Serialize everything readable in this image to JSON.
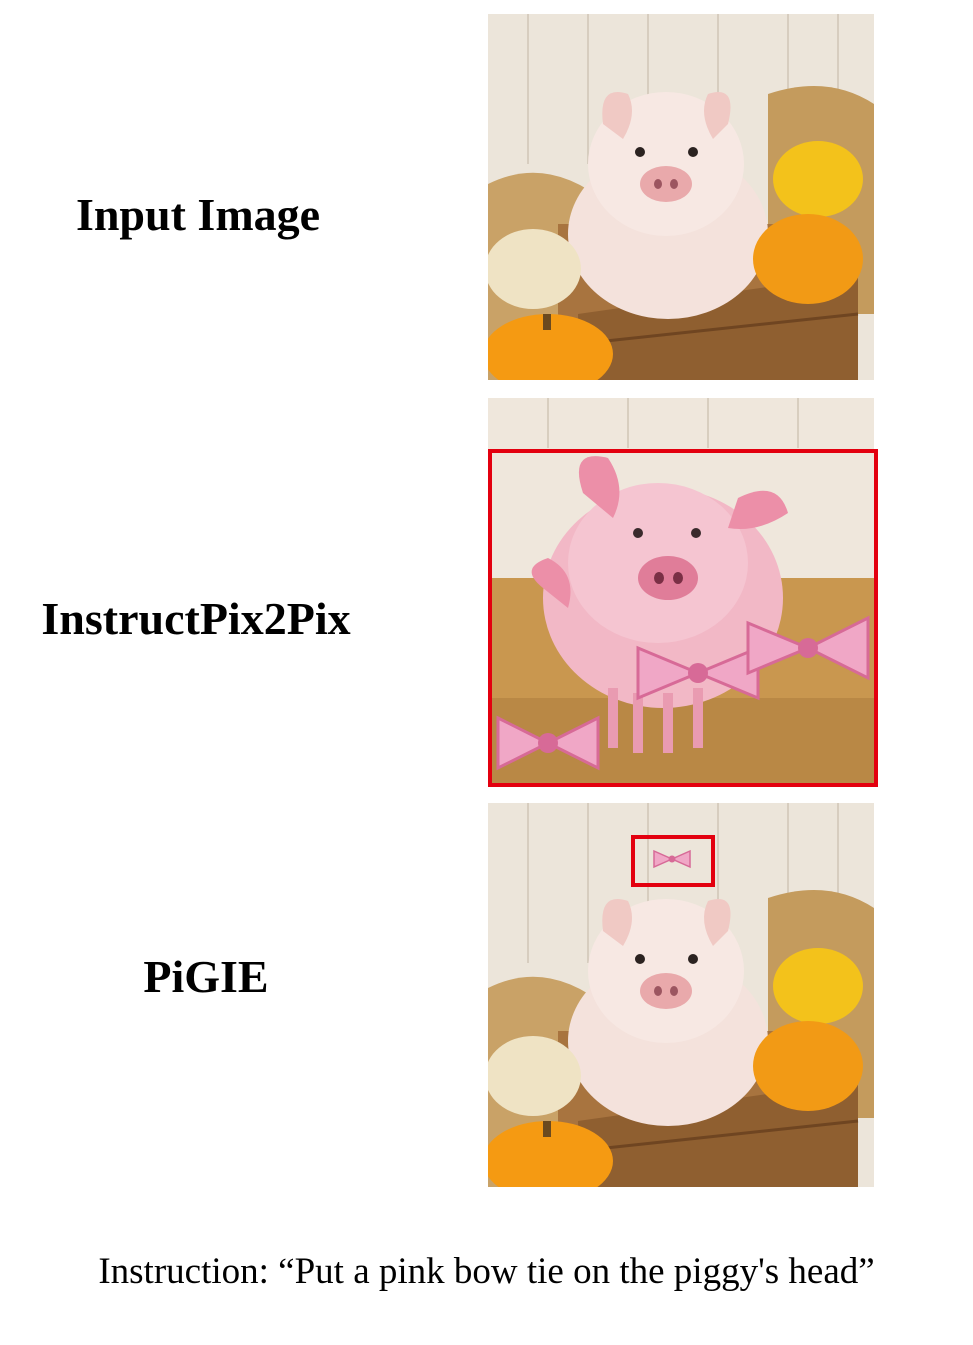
{
  "rows": [
    {
      "label": "Input Image"
    },
    {
      "label": "InstructPix2Pix"
    },
    {
      "label": "PiGIE"
    }
  ],
  "caption": "Instruction: “Put a pink bow tie on the piggy's head”",
  "colors": {
    "highlight_box": "#e3000f",
    "background": "#ffffff"
  }
}
